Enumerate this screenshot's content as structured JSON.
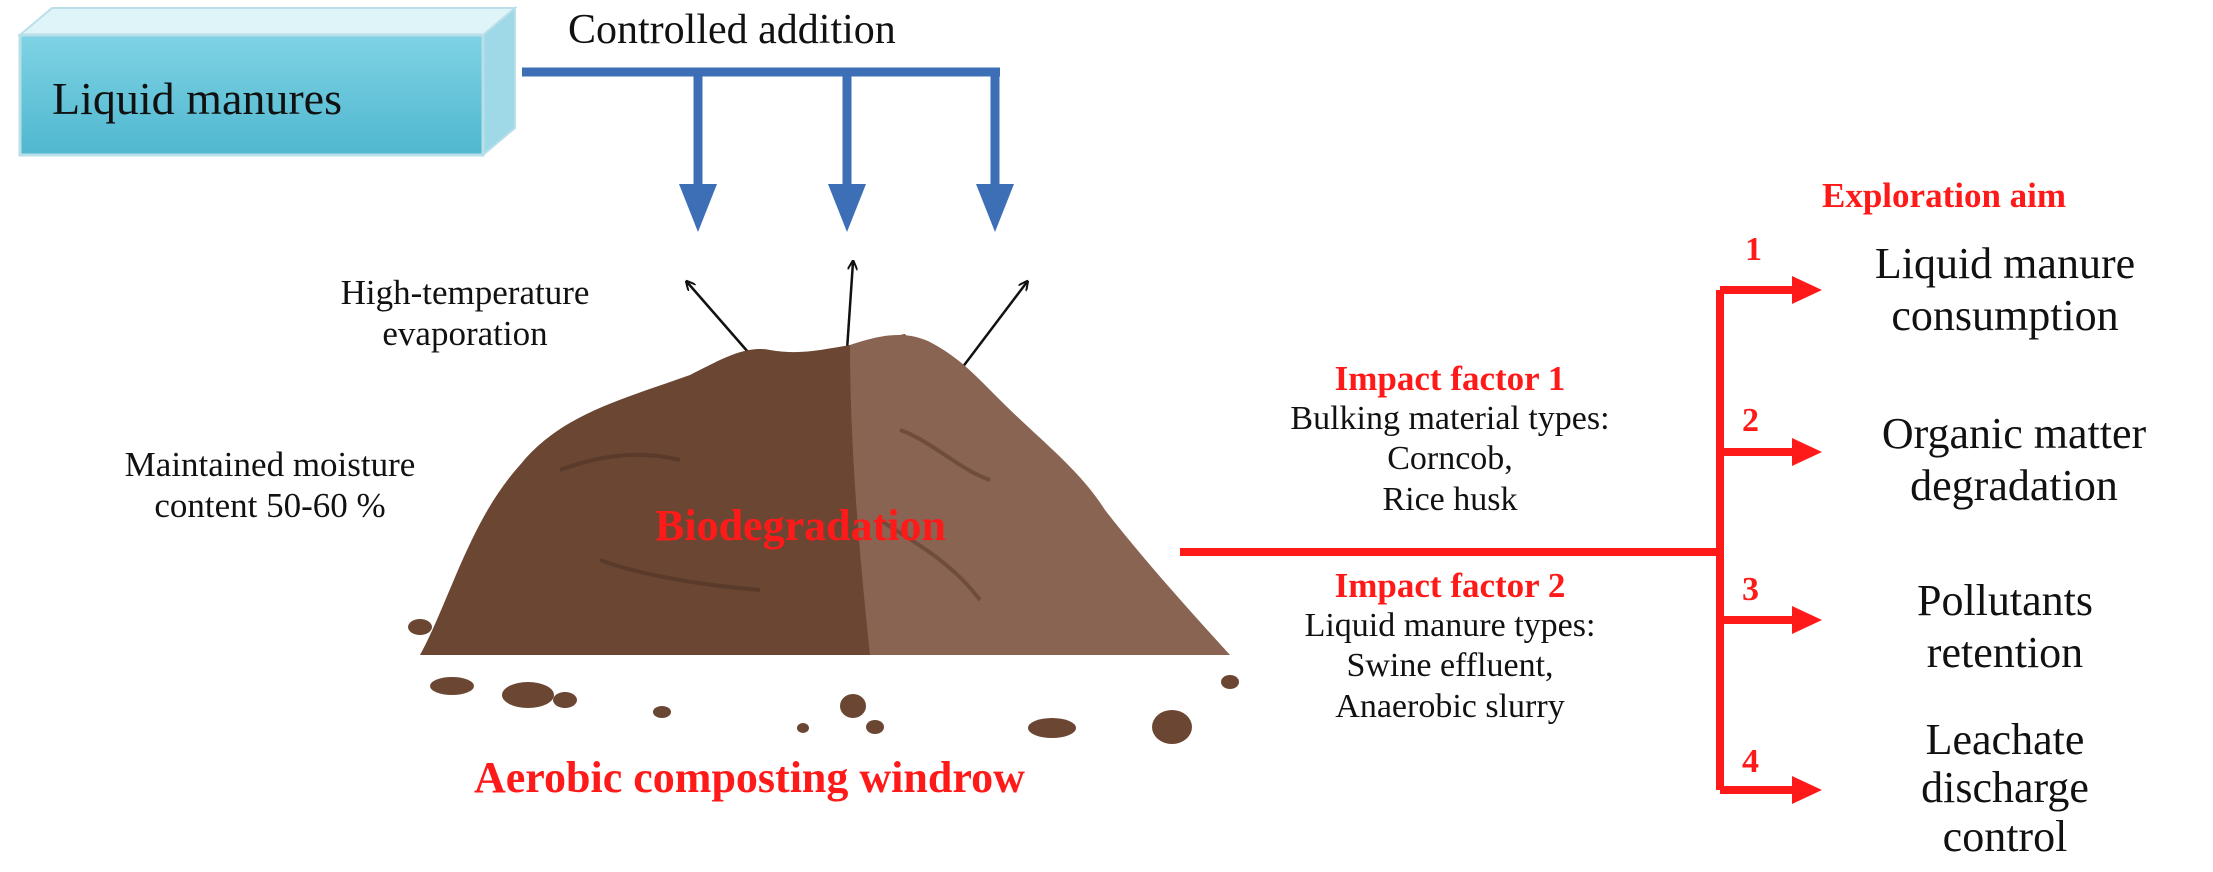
{
  "source_box": {
    "label": "Liquid manures"
  },
  "feed": {
    "label": "Controlled addition"
  },
  "evaporation": {
    "line1": "High-temperature",
    "line2": "evaporation"
  },
  "moisture": {
    "line1": "Maintained  moisture",
    "line2": "content  50-60 %"
  },
  "pile": {
    "label": "Biodegradation",
    "caption": "Aerobic composting windrow"
  },
  "impact_factors": [
    {
      "title": "Impact  factor 1",
      "line1": "Bulking  material  types:",
      "line2": "Corncob,",
      "line3": "Rice husk"
    },
    {
      "title": "Impact  factor 2",
      "line1": "Liquid  manure  types:",
      "line2": "Swine  effluent,",
      "line3": "Anaerobic  slurry"
    }
  ],
  "exploration": {
    "title": "Exploration  aim",
    "aims": [
      {
        "number": "1",
        "line1": "Liquid manure",
        "line2": "consumption"
      },
      {
        "number": "2",
        "line1": "Organic matter",
        "line2": "degradation"
      },
      {
        "number": "3",
        "line1": "Pollutants",
        "line2": "retention"
      },
      {
        "number": "4",
        "line1": "Leachate",
        "line2": "discharge",
        "line3": "control"
      }
    ]
  },
  "colors": {
    "accent_red": "#ff1a1a",
    "feed_blue": "#3d6fb6",
    "box_teal": "#5cc2d8",
    "soil_dark": "#6b4733",
    "soil_light": "#8a6452"
  }
}
